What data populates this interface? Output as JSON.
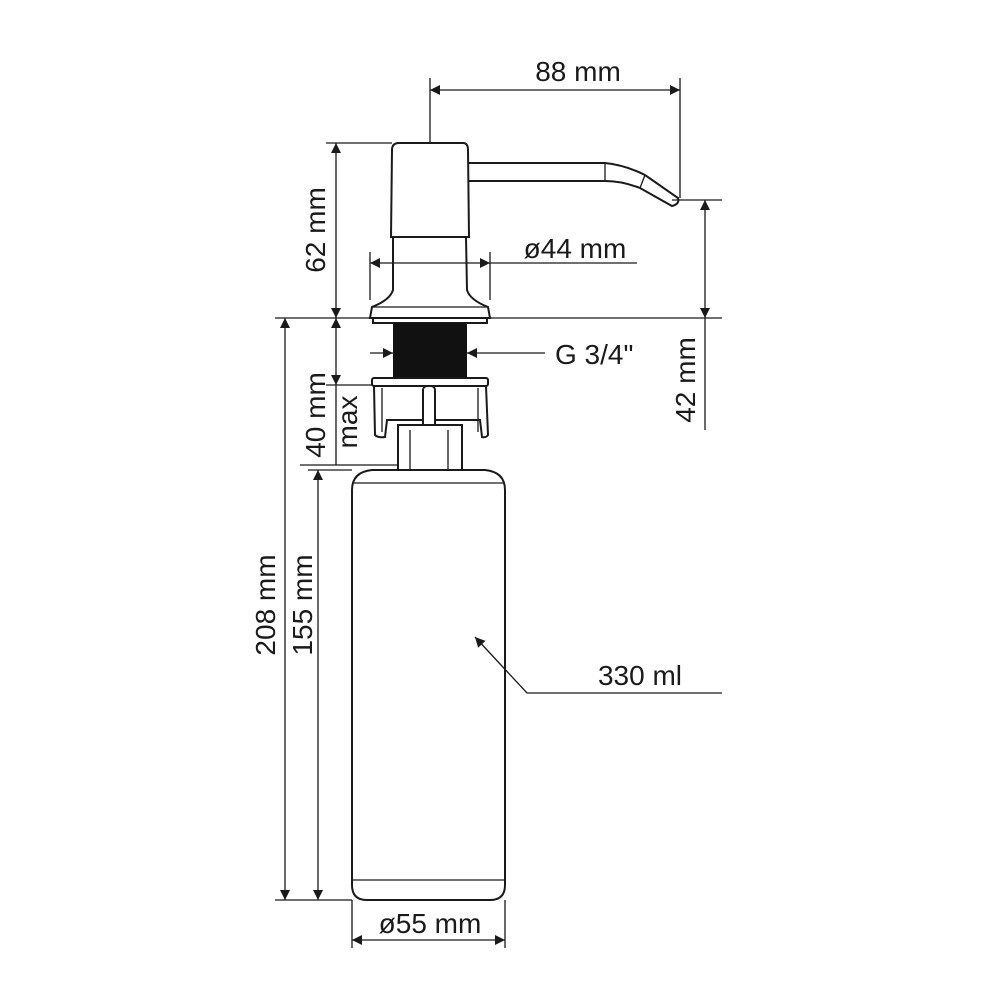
{
  "dimensions": {
    "spout_reach": "88 mm",
    "head_height": "62 mm",
    "head_diameter": "ø44 mm",
    "thread": "G 3/4\"",
    "spout_clearance": "42 mm",
    "countertop_thickness": "40 mm",
    "countertop_max": "max",
    "total_below": "208 mm",
    "bottle_height": "155 mm",
    "bottle_diameter": "ø55 mm",
    "bottle_volume": "330 ml"
  },
  "colors": {
    "line": "#1a1a1a",
    "background": "#ffffff"
  }
}
